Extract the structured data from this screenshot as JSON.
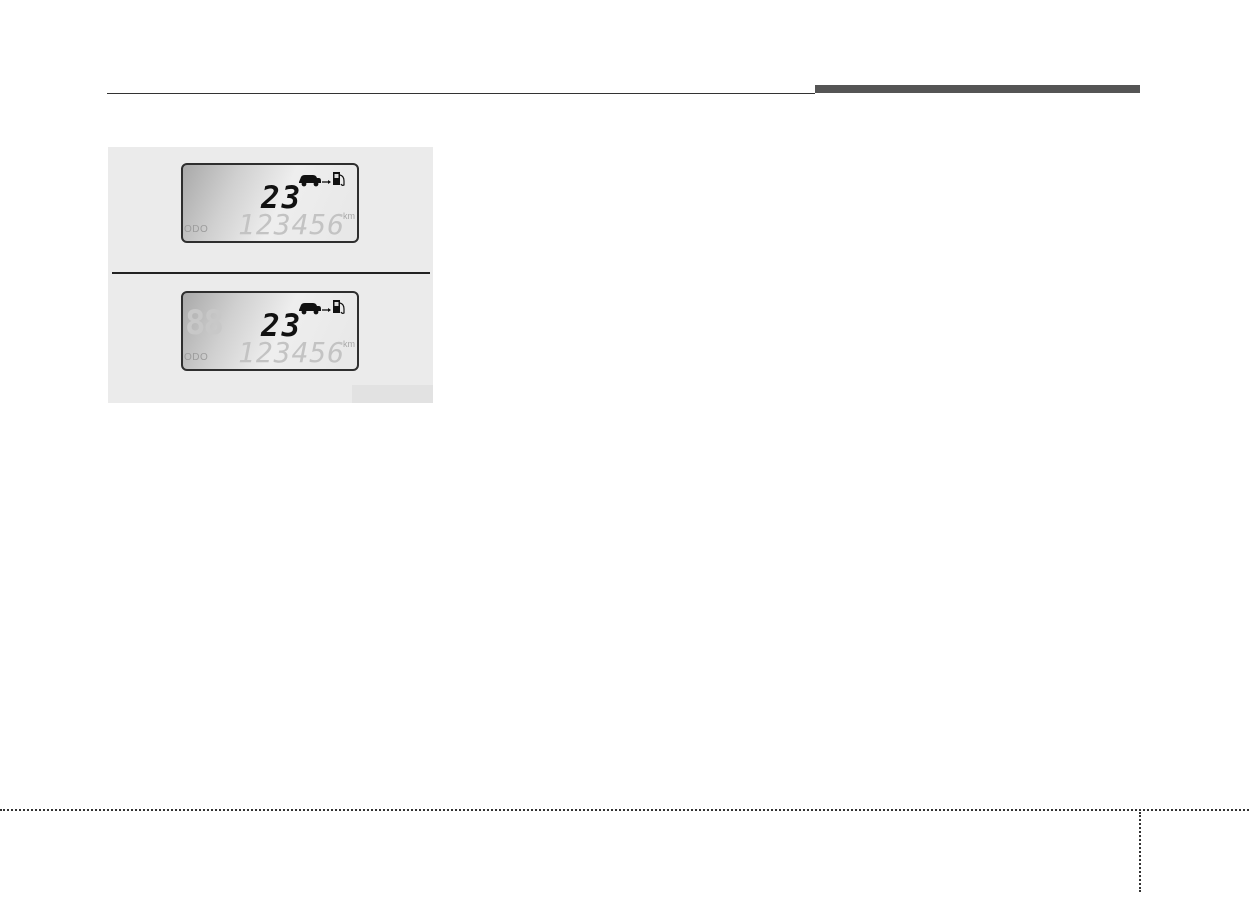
{
  "figure": {
    "panels": [
      {
        "distance_to_empty": "23",
        "odometer_label": "ODO",
        "odometer_value": "123456",
        "unit": "km",
        "icon": "car-to-fuel-pump-icon"
      },
      {
        "segment_placeholder": "88",
        "distance_to_empty": "23",
        "odometer_label": "ODO",
        "odometer_value": "123456",
        "unit": "km",
        "icon": "car-to-fuel-pump-icon"
      }
    ]
  }
}
